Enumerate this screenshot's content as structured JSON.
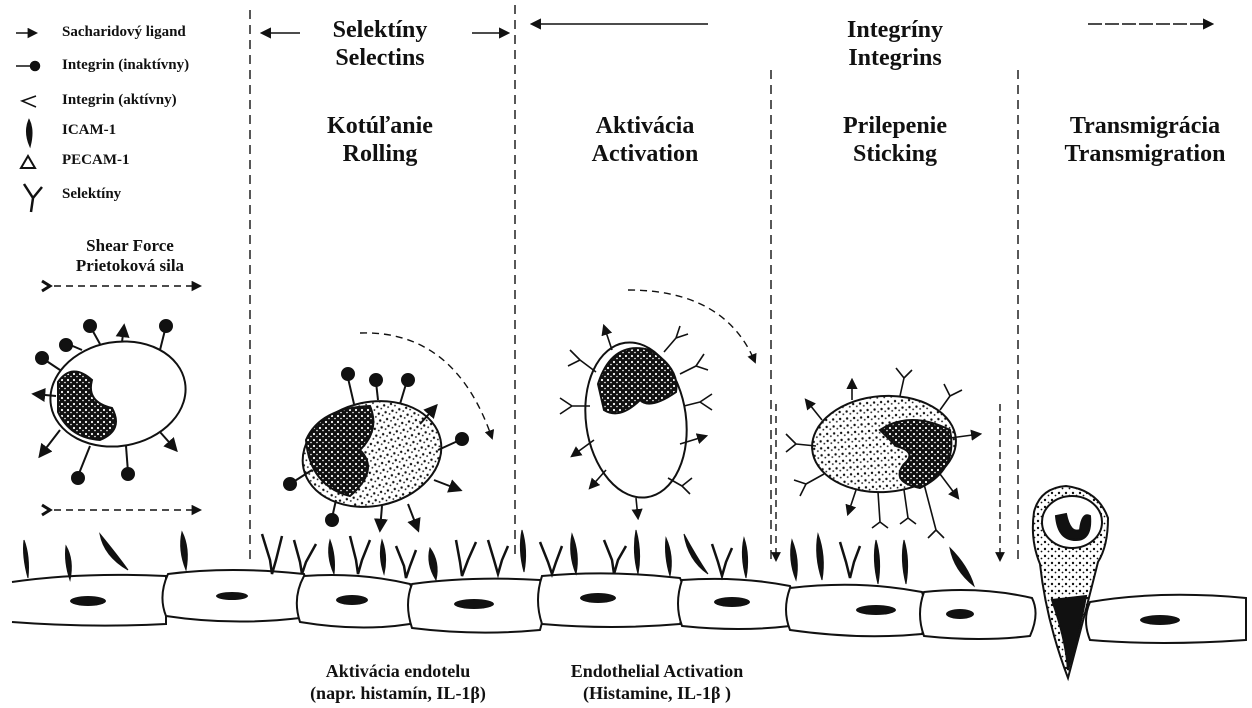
{
  "legend": {
    "saccharide": "Sacharidový ligand",
    "integrin_inactive": "Integrin (inaktívny)",
    "integrin_active": "Integrin (aktívny)",
    "icam": "ICAM-1",
    "pecam": "PECAM-1",
    "selectins": "Selektíny"
  },
  "shear": {
    "line1": "Shear Force",
    "line2": "Prietoková sila"
  },
  "groups": {
    "selectins": {
      "sk": "Selektíny",
      "en": "Selectins"
    },
    "integrins": {
      "sk": "Integríny",
      "en": "Integrins"
    }
  },
  "stages": {
    "rolling": {
      "sk": "Kotúľanie",
      "en": "Rolling"
    },
    "activation": {
      "sk": "Aktivácia",
      "en": "Activation"
    },
    "sticking": {
      "sk": "Prilepenie",
      "en": "Sticking"
    },
    "transmigration": {
      "sk": "Transmigrácia",
      "en": "Transmigration"
    }
  },
  "footer": {
    "sk1": "Aktivácia endotelu",
    "sk2": "(napr. histamín, IL-1β)",
    "en1": "Endothelial Activation",
    "en2": "(Histamine, IL-1β )"
  },
  "colors": {
    "ink": "#111111",
    "background": "#ffffff"
  }
}
